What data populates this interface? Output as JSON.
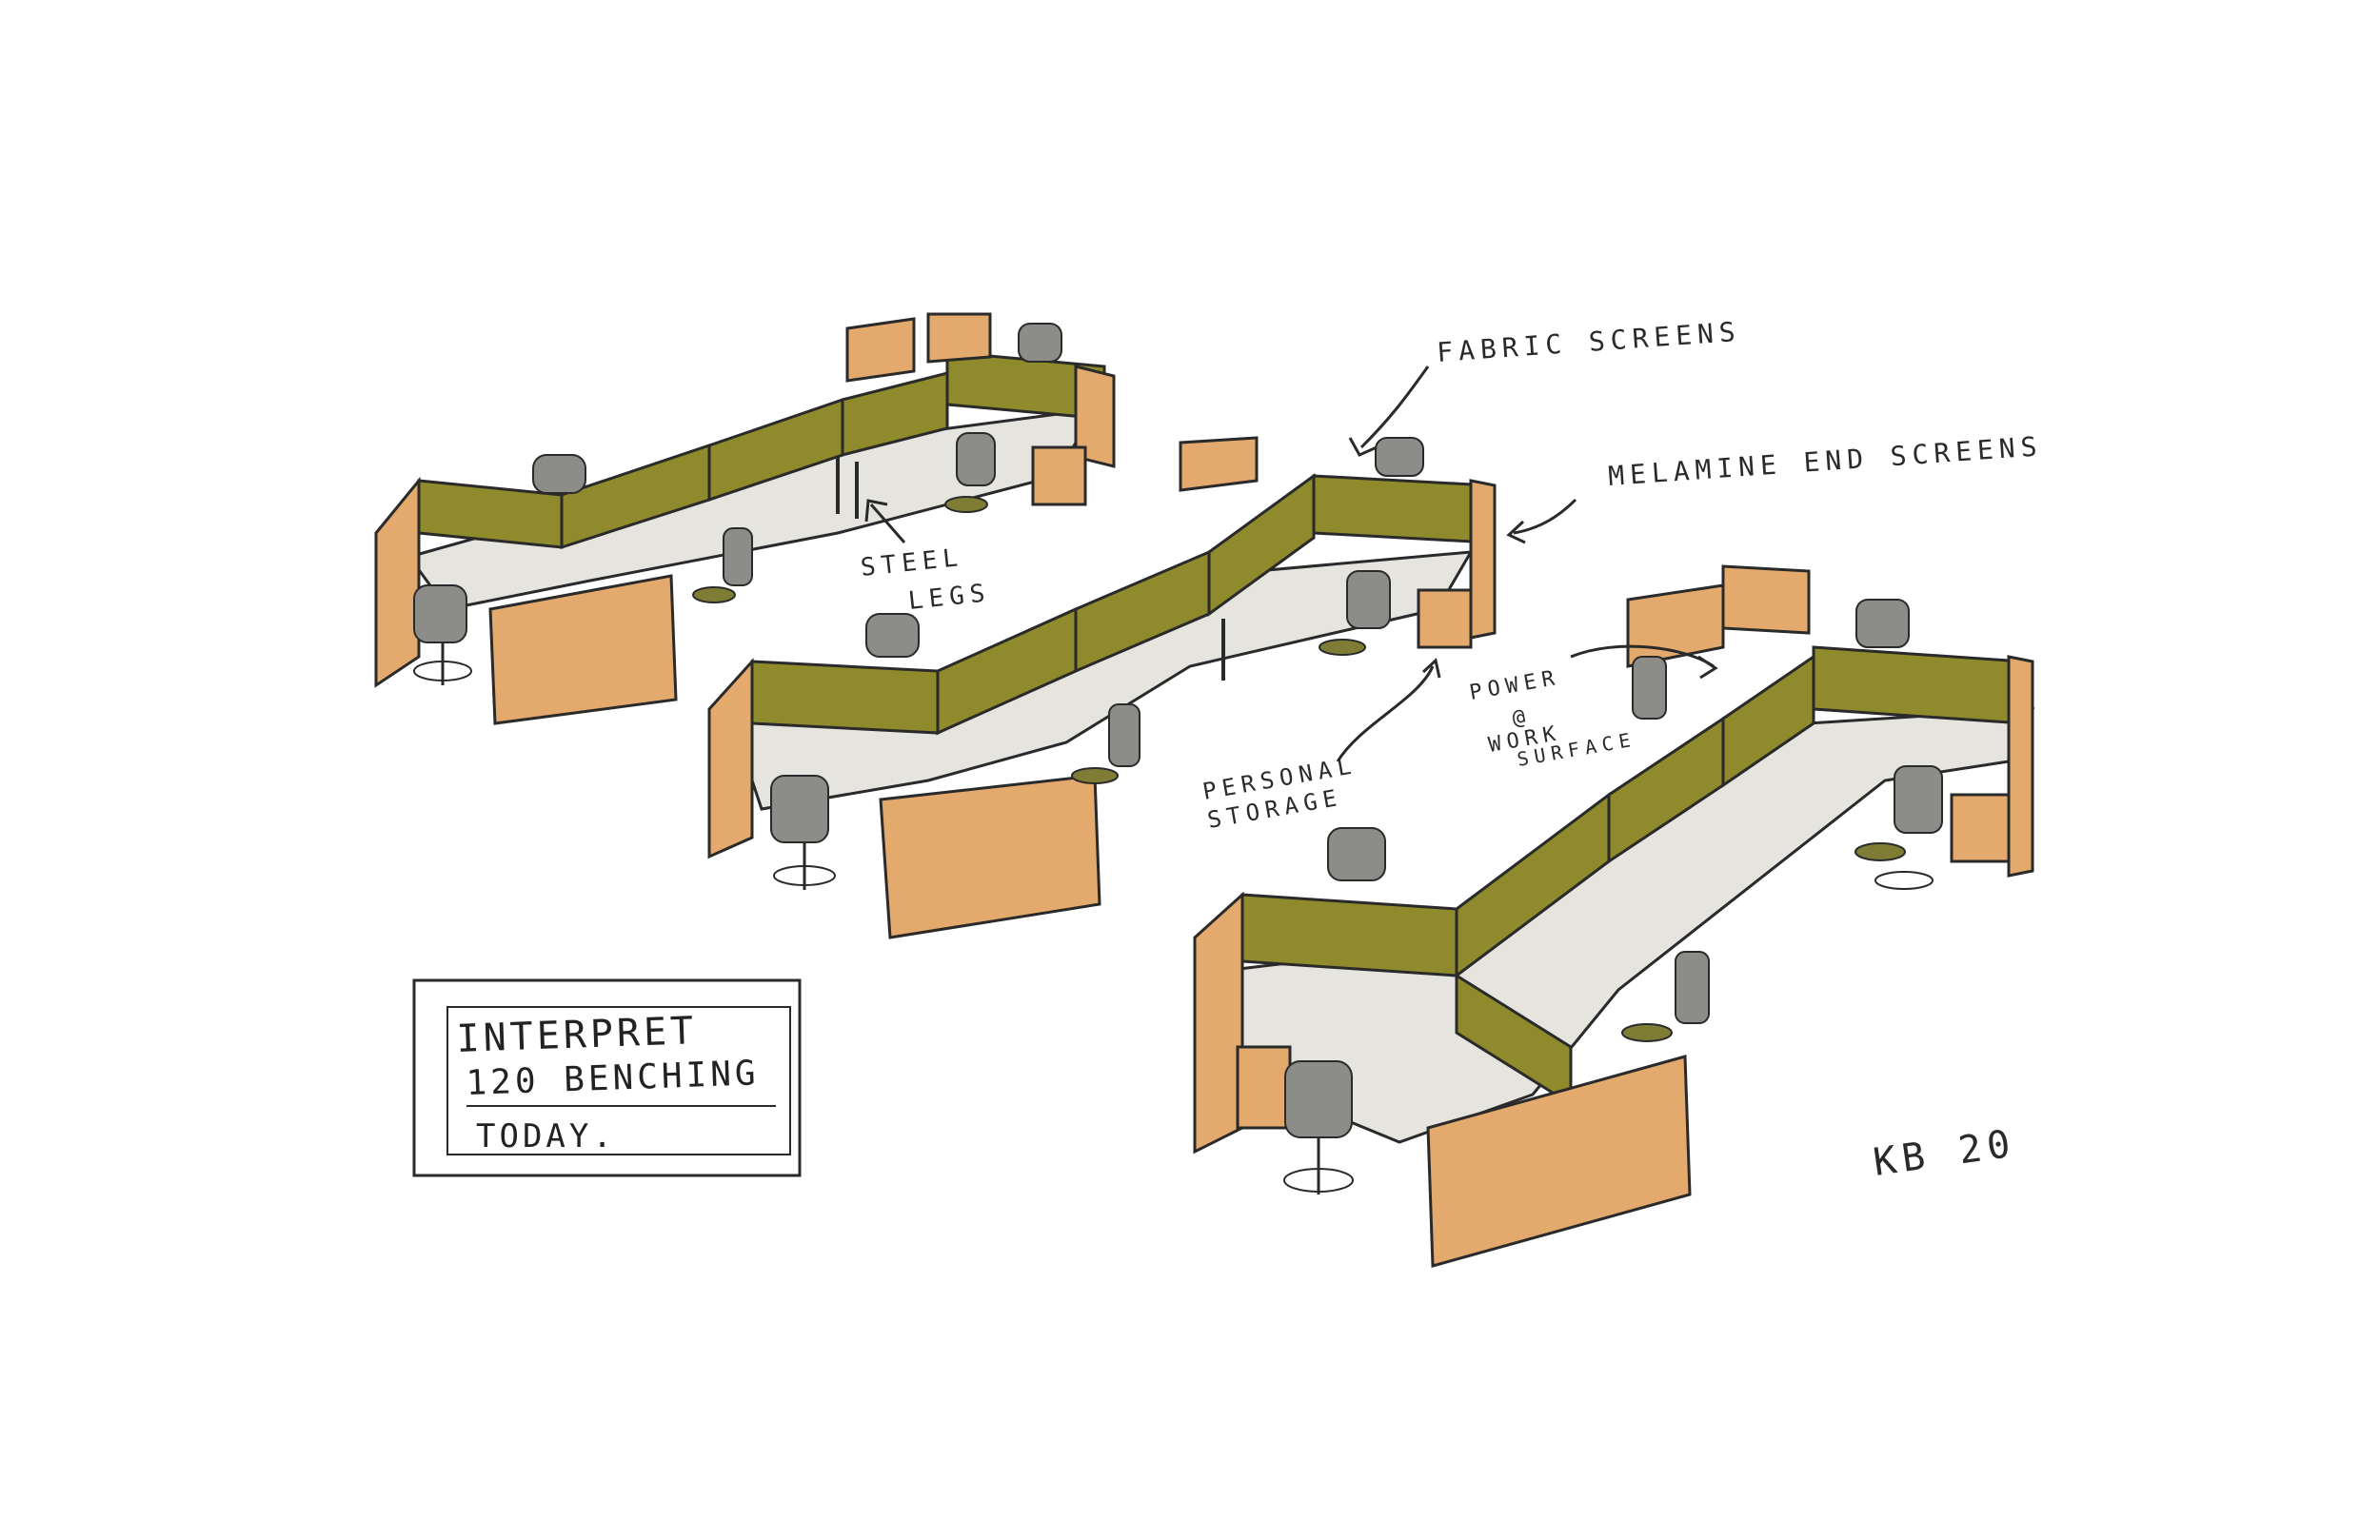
{
  "annotations": {
    "fabric_screens": "FABRIC SCREENS",
    "melamine_end_screens": "MELAMINE END SCREENS",
    "steel_legs_line1": "STEEL",
    "steel_legs_line2": "LEGS",
    "power_line1": "POWER",
    "power_line2": "@",
    "power_line3": "WORK",
    "power_line4": "SURFACE",
    "personal_storage_line1": "PERSONAL",
    "personal_storage_line2": "STORAGE"
  },
  "title_box": {
    "line1": "INTERPRET",
    "line2": "120 BENCHING",
    "line3": "TODAY."
  },
  "signature": "KB 20",
  "colors": {
    "fabric": "#8f8a2c",
    "fabric_dark": "#6f6b1e",
    "melamine": "#e3a96d",
    "melamine_dark": "#c98a4c",
    "surface": "#e6e4df",
    "chair": "#8c8c88",
    "chair_seat": "#7f7d35",
    "ink": "#2a2a2a"
  }
}
